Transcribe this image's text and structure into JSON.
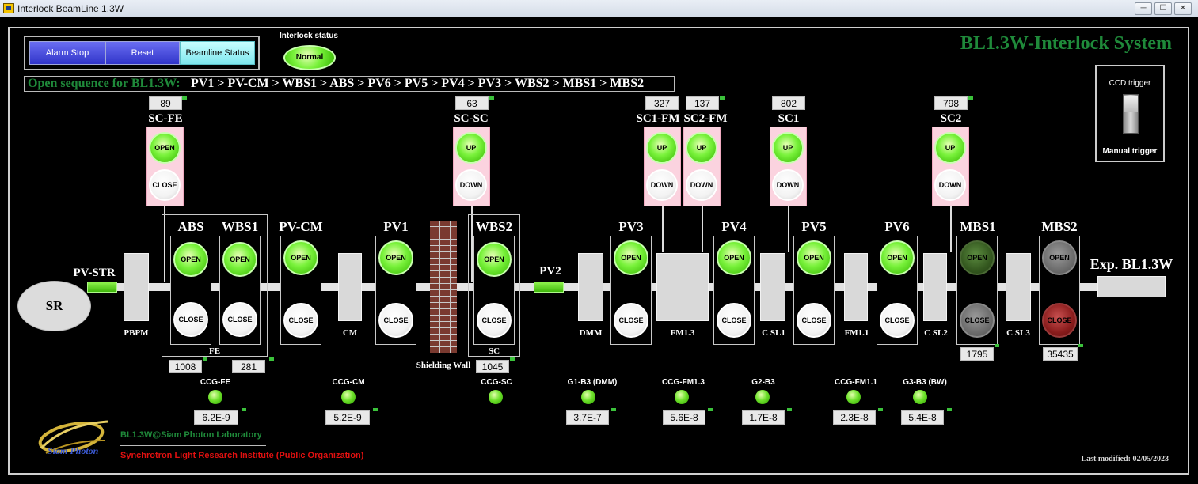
{
  "window": {
    "title": "Interlock BeamLine 1.3W",
    "min": "─",
    "max": "☐",
    "close": "✕"
  },
  "header": {
    "system_title": "BL1.3W-Interlock System",
    "interlock_status_label": "Interlock status",
    "interlock_status_value": "Normal",
    "buttons": {
      "alarm_stop": "Alarm Stop",
      "reset": "Reset",
      "beamline_status": "Beamline  Status"
    },
    "sequence_label": "Open sequence for BL1.3W:",
    "sequence_value": "PV1 > PV-CM > WBS1 > ABS > PV6 > PV5 > PV4 > PV3 > WBS2 > MBS1 > MBS2"
  },
  "ccd": {
    "title": "CCD trigger",
    "manual": "Manual trigger"
  },
  "slits": [
    {
      "name": "SC-FE",
      "value": "89",
      "top": "OPEN",
      "bottom": "CLOSE"
    },
    {
      "name": "SC-SC",
      "value": "63",
      "top": "UP",
      "bottom": "DOWN"
    },
    {
      "name": "SC1-FM",
      "value": "327",
      "top": "UP",
      "bottom": "DOWN"
    },
    {
      "name": "SC2-FM",
      "value": "137",
      "top": "UP",
      "bottom": "DOWN"
    },
    {
      "name": "SC1",
      "value": "802",
      "top": "UP",
      "bottom": "DOWN"
    },
    {
      "name": "SC2",
      "value": "798",
      "top": "UP",
      "bottom": "DOWN"
    }
  ],
  "valves": [
    {
      "name": "ABS",
      "open": "OPEN",
      "close": "CLOSE"
    },
    {
      "name": "WBS1",
      "open": "OPEN",
      "close": "CLOSE"
    },
    {
      "name": "PV-CM",
      "open": "OPEN",
      "close": "CLOSE"
    },
    {
      "name": "PV1",
      "open": "OPEN",
      "close": "CLOSE"
    },
    {
      "name": "WBS2",
      "open": "OPEN",
      "close": "CLOSE"
    },
    {
      "name": "PV3",
      "open": "OPEN",
      "close": "CLOSE"
    },
    {
      "name": "PV4",
      "open": "OPEN",
      "close": "CLOSE"
    },
    {
      "name": "PV5",
      "open": "OPEN",
      "close": "CLOSE"
    },
    {
      "name": "PV6",
      "open": "OPEN",
      "close": "CLOSE"
    },
    {
      "name": "MBS1",
      "open": "OPEN",
      "close": "CLOSE"
    },
    {
      "name": "MBS2",
      "open": "OPEN",
      "close": "CLOSE"
    }
  ],
  "beamline": {
    "sr": "SR",
    "pv_str": "PV-STR",
    "pv2": "PV2",
    "exp": "Exp. BL1.3W",
    "labels": {
      "pbpm": "PBPM",
      "fe": "FE",
      "cm": "CM",
      "shielding": "Shielding Wall",
      "sc": "SC",
      "dmm": "DMM",
      "fm13": "FM1.3",
      "csl1": "C SL1",
      "fm11": "FM1.1",
      "csl2": "C SL2",
      "csl3": "C SL3"
    },
    "readouts": {
      "abs": "1008",
      "wbs1": "281",
      "wbs2": "1045",
      "mbs1": "1795",
      "mbs2": "35435"
    }
  },
  "gauges": [
    {
      "name": "CCG-FE",
      "value": "6.2E-9"
    },
    {
      "name": "CCG-CM",
      "value": "5.2E-9"
    },
    {
      "name": "CCG-SC",
      "value": ""
    },
    {
      "name": "G1-B3 (DMM)",
      "value": "3.7E-7"
    },
    {
      "name": "CCG-FM1.3",
      "value": "5.6E-8"
    },
    {
      "name": "G2-B3",
      "value": "1.7E-8"
    },
    {
      "name": "CCG-FM1.1",
      "value": "2.3E-8"
    },
    {
      "name": "G3-B3 (BW)",
      "value": "5.4E-8"
    }
  ],
  "footer": {
    "lab": "BL1.3W@Siam Photon Laboratory",
    "institute": "Synchrotron Light Research Institute (Public Organization)",
    "logo_text": "Siam Photon",
    "last_modified": "Last modified: 02/05/2023"
  },
  "colors": {
    "title_green": "#1f8a3a",
    "footer_red": "#e01010",
    "lamp_green": "#6fe22c"
  }
}
